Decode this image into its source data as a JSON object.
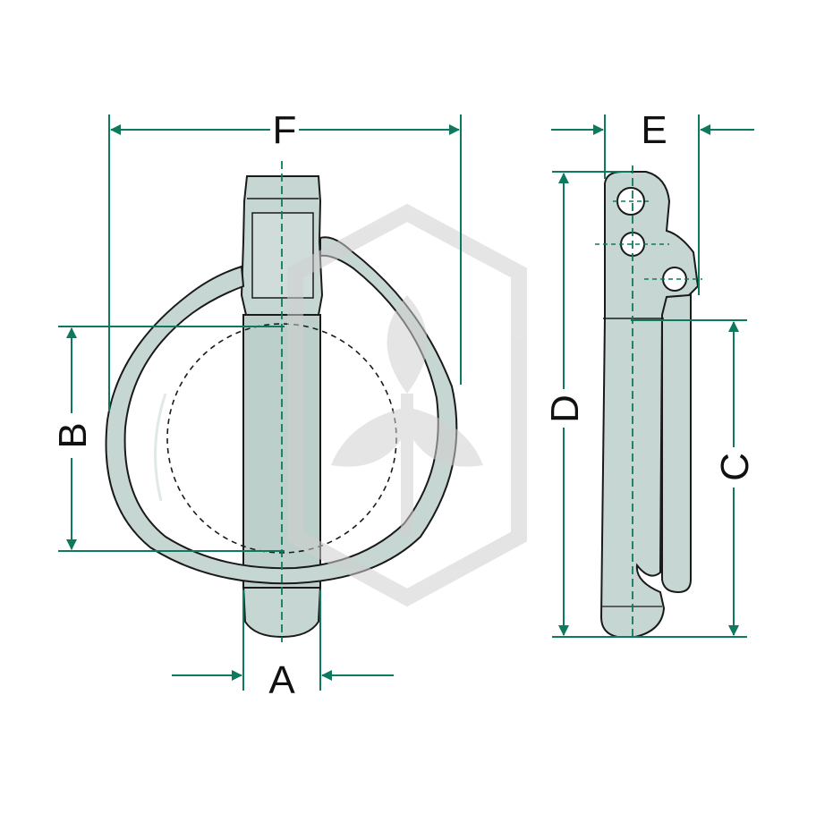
{
  "colors": {
    "outline": "#1a1a1a",
    "part_fill": "#c6d6d2",
    "part_fill_dark": "#b3c6c1",
    "dimension": "#0d7a5f",
    "watermark": "#d4d4d4"
  },
  "watermark": {
    "icon": "hexagon-wheat-logo-icon"
  },
  "dimensions": {
    "A": "A",
    "B": "B",
    "C": "C",
    "D": "D",
    "E": "E",
    "F": "F"
  }
}
